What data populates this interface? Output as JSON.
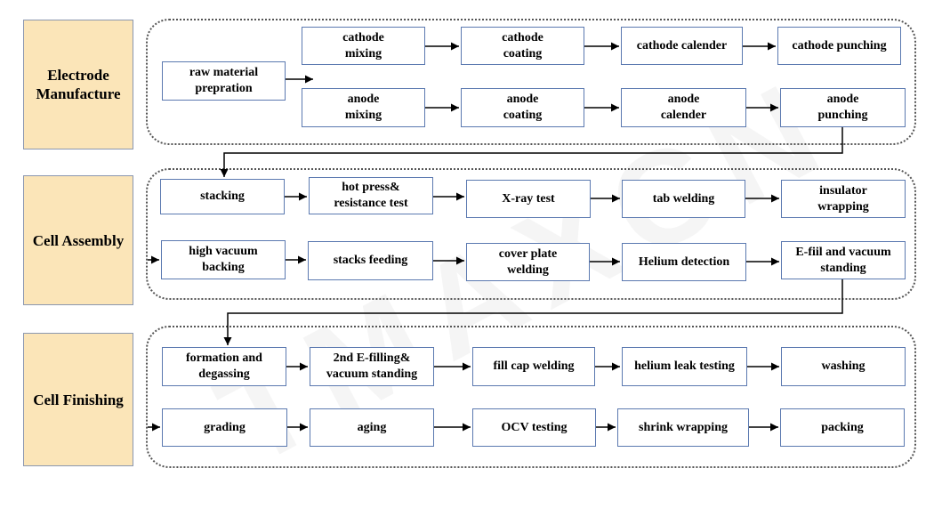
{
  "watermark": "TMAXCN",
  "stages": {
    "electrode": "Electrode\nManufacture",
    "assembly": "Cell Assembly",
    "finishing": "Cell Finishing"
  },
  "steps": {
    "raw_material": "raw material\nprepration",
    "cathode_mixing": "cathode\nmixing",
    "cathode_coating": "cathode\ncoating",
    "cathode_calender": "cathode calender",
    "cathode_punching": "cathode punching",
    "anode_mixing": "anode\nmixing",
    "anode_coating": "anode\ncoating",
    "anode_calender": "anode\ncalender",
    "anode_punching": "anode\npunching",
    "stacking": "stacking",
    "hot_press": "hot press&\nresistance test",
    "xray": "X-ray test",
    "tab_welding": "tab welding",
    "insulator": "insulator\nwrapping",
    "high_vacuum": "high vacuum\nbacking",
    "stacks_feeding": "stacks feeding",
    "cover_plate": "cover plate\nwelding",
    "helium_detection": "Helium detection",
    "efill_vacuum": "E-fiil and vacuum\nstanding",
    "formation": "formation and\ndegassing",
    "second_efill": "2nd E-filling&\nvacuum standing",
    "fill_cap": "fill cap welding",
    "helium_leak": "helium leak testing",
    "washing": "washing",
    "grading": "grading",
    "aging": "aging",
    "ocv": "OCV testing",
    "shrink": "shrink wrapping",
    "packing": "packing"
  }
}
